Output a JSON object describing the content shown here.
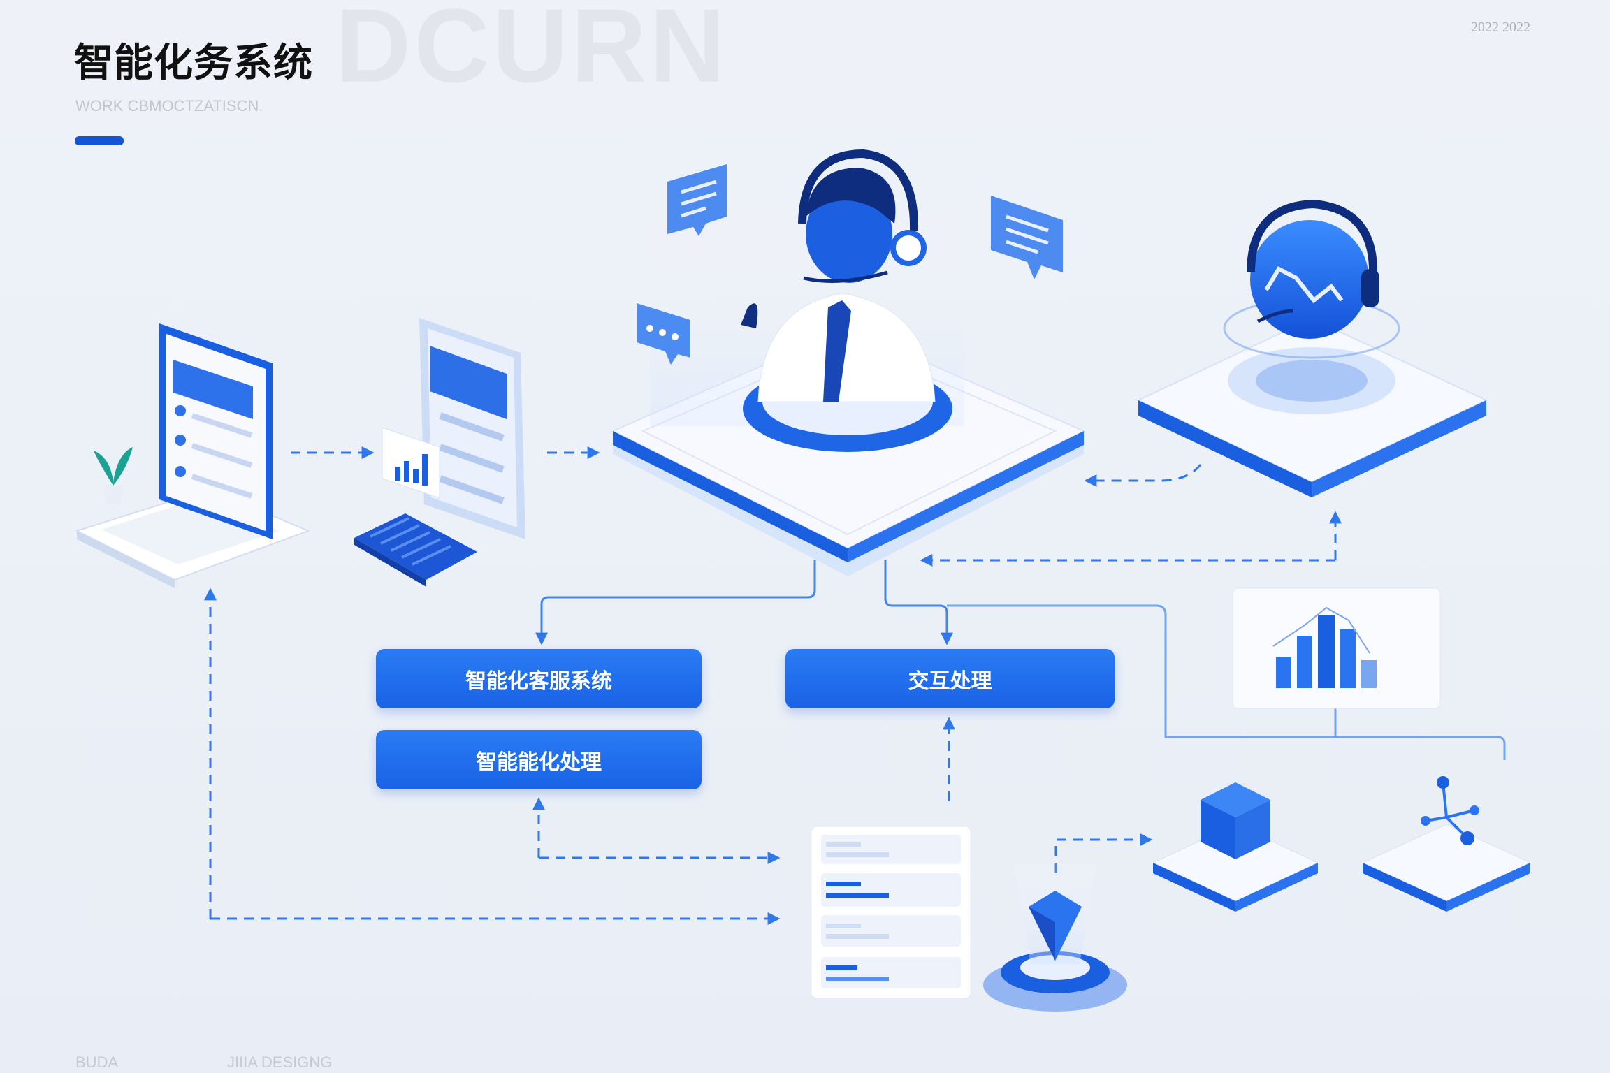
{
  "header": {
    "watermark": "DCURN",
    "title": "智能化务系统",
    "subtitle": "WORK CBMOCTZATISCN.",
    "year": "2022 2022"
  },
  "footer": {
    "left": "BUDA",
    "right": "JIIIA DESIGNG"
  },
  "boxes": {
    "customer_service": "智能化客服系统",
    "interaction": "交互处理",
    "intelligent_processing": "智能能化处理"
  },
  "colors": {
    "primary": "#1a62e6",
    "accent": "#1355d6",
    "background": "#eef2f8",
    "line": "#3f86ee"
  }
}
